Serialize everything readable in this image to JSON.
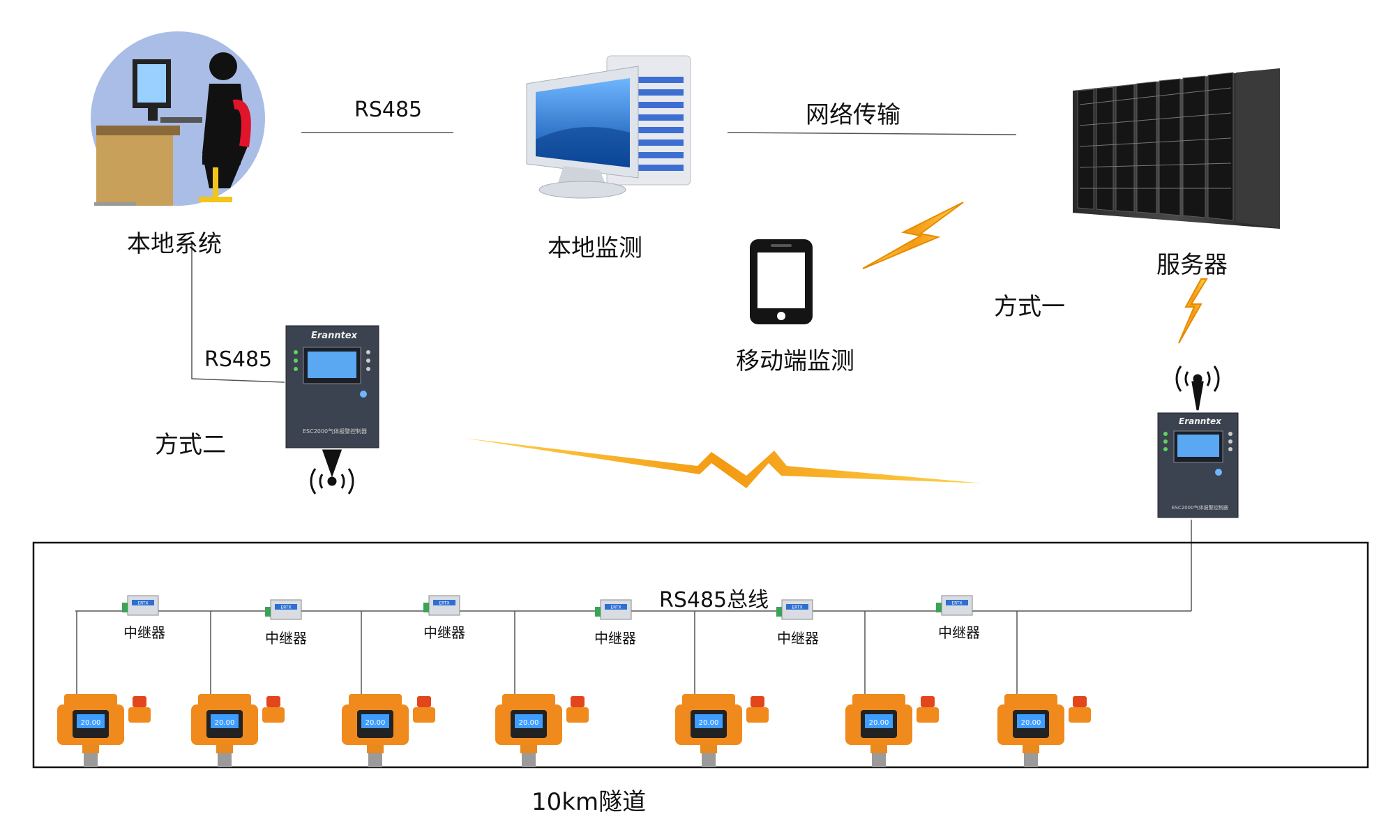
{
  "labels": {
    "local_system": "本地系统",
    "local_monitor": "本地监测",
    "server": "服务器",
    "mobile_monitor": "移动端监测",
    "link_rs485_top": "RS485",
    "link_network": "网络传输",
    "link_rs485_left": "RS485",
    "mode_one": "方式一",
    "mode_two": "方式二",
    "bus_label": "RS485总线",
    "tunnel_label": "10km隧道"
  },
  "controller": {
    "brand": "Eranntex",
    "model_caption": "ESC2000气体报警控制器"
  },
  "repeater_badge": "ERTX",
  "detector_readout": "20.00",
  "repeaters": [
    "中继器",
    "中继器",
    "中继器",
    "中继器",
    "中继器",
    "中继器"
  ],
  "colors": {
    "detector_orange": "#f08a1c",
    "bolt_yellow": "#ffb020",
    "screen_blue": "#1f6fc9",
    "line": "#555555"
  }
}
